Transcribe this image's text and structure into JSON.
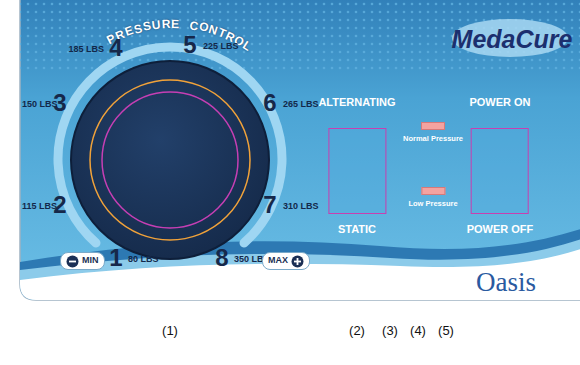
{
  "diagram": {
    "nodes": [
      {
        "text": [
          "MIN"
        ]
      },
      {
        "text": [
          "MAX"
        ]
      },
      {
        "text": [
          "ALTERNATING",
          "STATIC"
        ]
      },
      {
        "text": [
          "Normal Pressure"
        ]
      },
      {
        "text": [
          "Low Pressure"
        ]
      },
      {
        "text": [
          "POWER ON",
          "POWER OFF"
        ]
      }
    ],
    "labels": [
      "PRESSURE CONTROL",
      "1",
      "80 LBS",
      "2",
      "115 LBS",
      "3",
      "150 LBS",
      "4",
      "185 LBS",
      "5",
      "225 LBS",
      "6",
      "265 LBS",
      "7",
      "310 LBS",
      "8",
      "350 LBS",
      "MedaCure",
      "Oasis",
      "(1)",
      "(2)",
      "(3)",
      "(4)",
      "(5)"
    ]
  }
}
